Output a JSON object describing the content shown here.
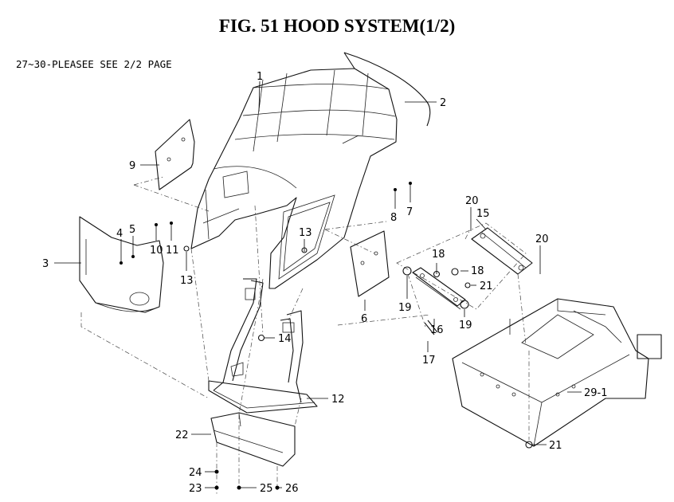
{
  "title": "FIG. 51  HOOD SYSTEM(1/2)",
  "note": "27~30-PLEASEE SEE 2/2 PAGE",
  "callouts": [
    {
      "id": "c1",
      "label": "1"
    },
    {
      "id": "c2",
      "label": "2"
    },
    {
      "id": "c3",
      "label": "3"
    },
    {
      "id": "c4",
      "label": "4"
    },
    {
      "id": "c5",
      "label": "5"
    },
    {
      "id": "c6",
      "label": "6"
    },
    {
      "id": "c7",
      "label": "7"
    },
    {
      "id": "c8",
      "label": "8"
    },
    {
      "id": "c9",
      "label": "9"
    },
    {
      "id": "c10",
      "label": "10"
    },
    {
      "id": "c11",
      "label": "11"
    },
    {
      "id": "c12",
      "label": "12"
    },
    {
      "id": "c13a",
      "label": "13"
    },
    {
      "id": "c13b",
      "label": "13"
    },
    {
      "id": "c14",
      "label": "14"
    },
    {
      "id": "c15",
      "label": "15"
    },
    {
      "id": "c16",
      "label": "16"
    },
    {
      "id": "c17",
      "label": "17"
    },
    {
      "id": "c18a",
      "label": "18"
    },
    {
      "id": "c18b",
      "label": "18"
    },
    {
      "id": "c19a",
      "label": "19"
    },
    {
      "id": "c19b",
      "label": "19"
    },
    {
      "id": "c20a",
      "label": "20"
    },
    {
      "id": "c20b",
      "label": "20"
    },
    {
      "id": "c21a",
      "label": "21"
    },
    {
      "id": "c21b",
      "label": "21"
    },
    {
      "id": "c22",
      "label": "22"
    },
    {
      "id": "c23",
      "label": "23"
    },
    {
      "id": "c24",
      "label": "24"
    },
    {
      "id": "c25",
      "label": "25"
    },
    {
      "id": "c26",
      "label": "26"
    },
    {
      "id": "c29",
      "label": "29-1"
    }
  ]
}
